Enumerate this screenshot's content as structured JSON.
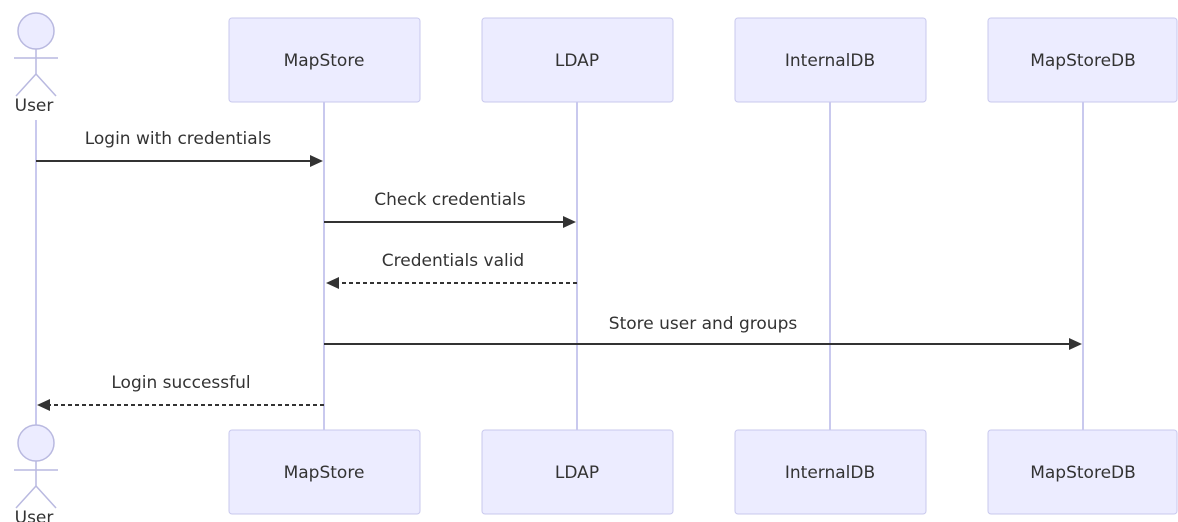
{
  "user_actor": {
    "label": "User"
  },
  "participants": [
    {
      "id": "mapstore",
      "label": "MapStore"
    },
    {
      "id": "ldap",
      "label": "LDAP"
    },
    {
      "id": "internaldb",
      "label": "InternalDB"
    },
    {
      "id": "mapstoredb",
      "label": "MapStoreDB"
    }
  ],
  "messages": [
    {
      "from": "User",
      "to": "MapStore",
      "label": "Login with credentials",
      "style": "solid"
    },
    {
      "from": "MapStore",
      "to": "LDAP",
      "label": "Check credentials",
      "style": "solid"
    },
    {
      "from": "LDAP",
      "to": "MapStore",
      "label": "Credentials valid",
      "style": "dashed"
    },
    {
      "from": "MapStore",
      "to": "MapStoreDB",
      "label": "Store user and groups",
      "style": "solid"
    },
    {
      "from": "MapStore",
      "to": "User",
      "label": "Login successful",
      "style": "dashed"
    }
  ]
}
